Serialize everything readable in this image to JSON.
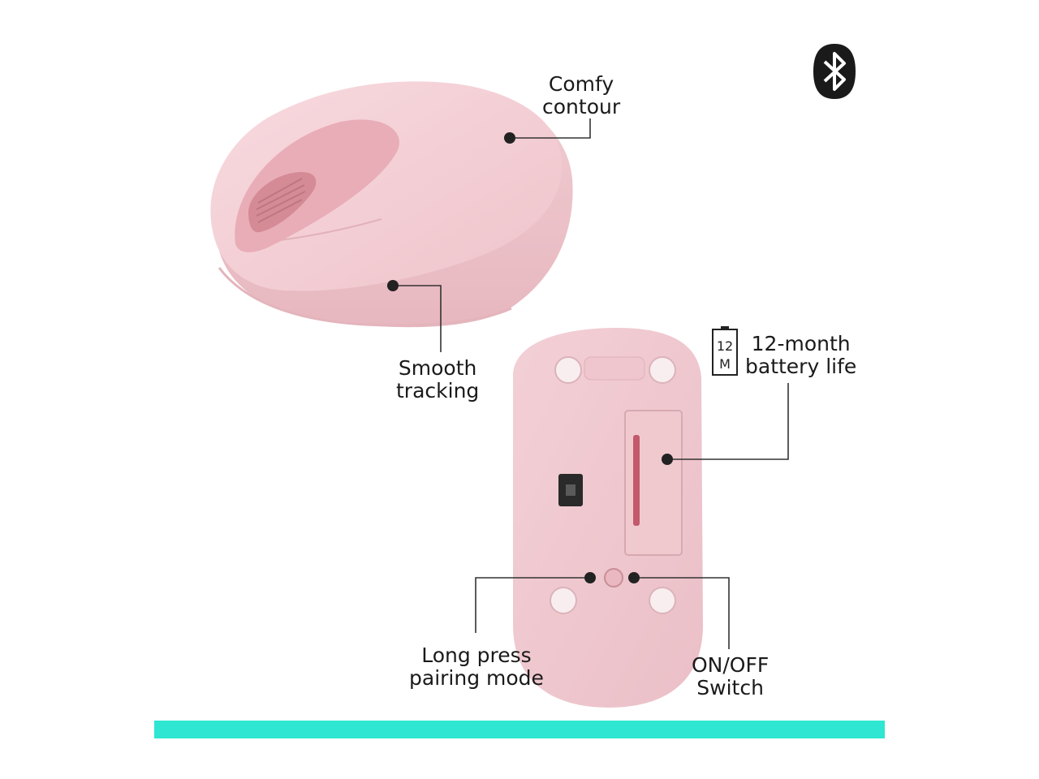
{
  "callouts": {
    "comfy": [
      "Comfy",
      "contour"
    ],
    "smooth": [
      "Smooth",
      "tracking"
    ],
    "battery": [
      "12-month",
      "battery life"
    ],
    "pairing": [
      "Long press",
      "pairing mode"
    ],
    "onoff": [
      "ON/OFF",
      "Switch"
    ]
  },
  "battery_icon_text": [
    "12",
    "M"
  ],
  "icons": [
    "bluetooth-icon",
    "battery-icon"
  ],
  "colors": {
    "accent_bar": "#2ee6d1",
    "mouse_pink": "#f3cdd3",
    "wheel_pink": "#d48b95"
  }
}
